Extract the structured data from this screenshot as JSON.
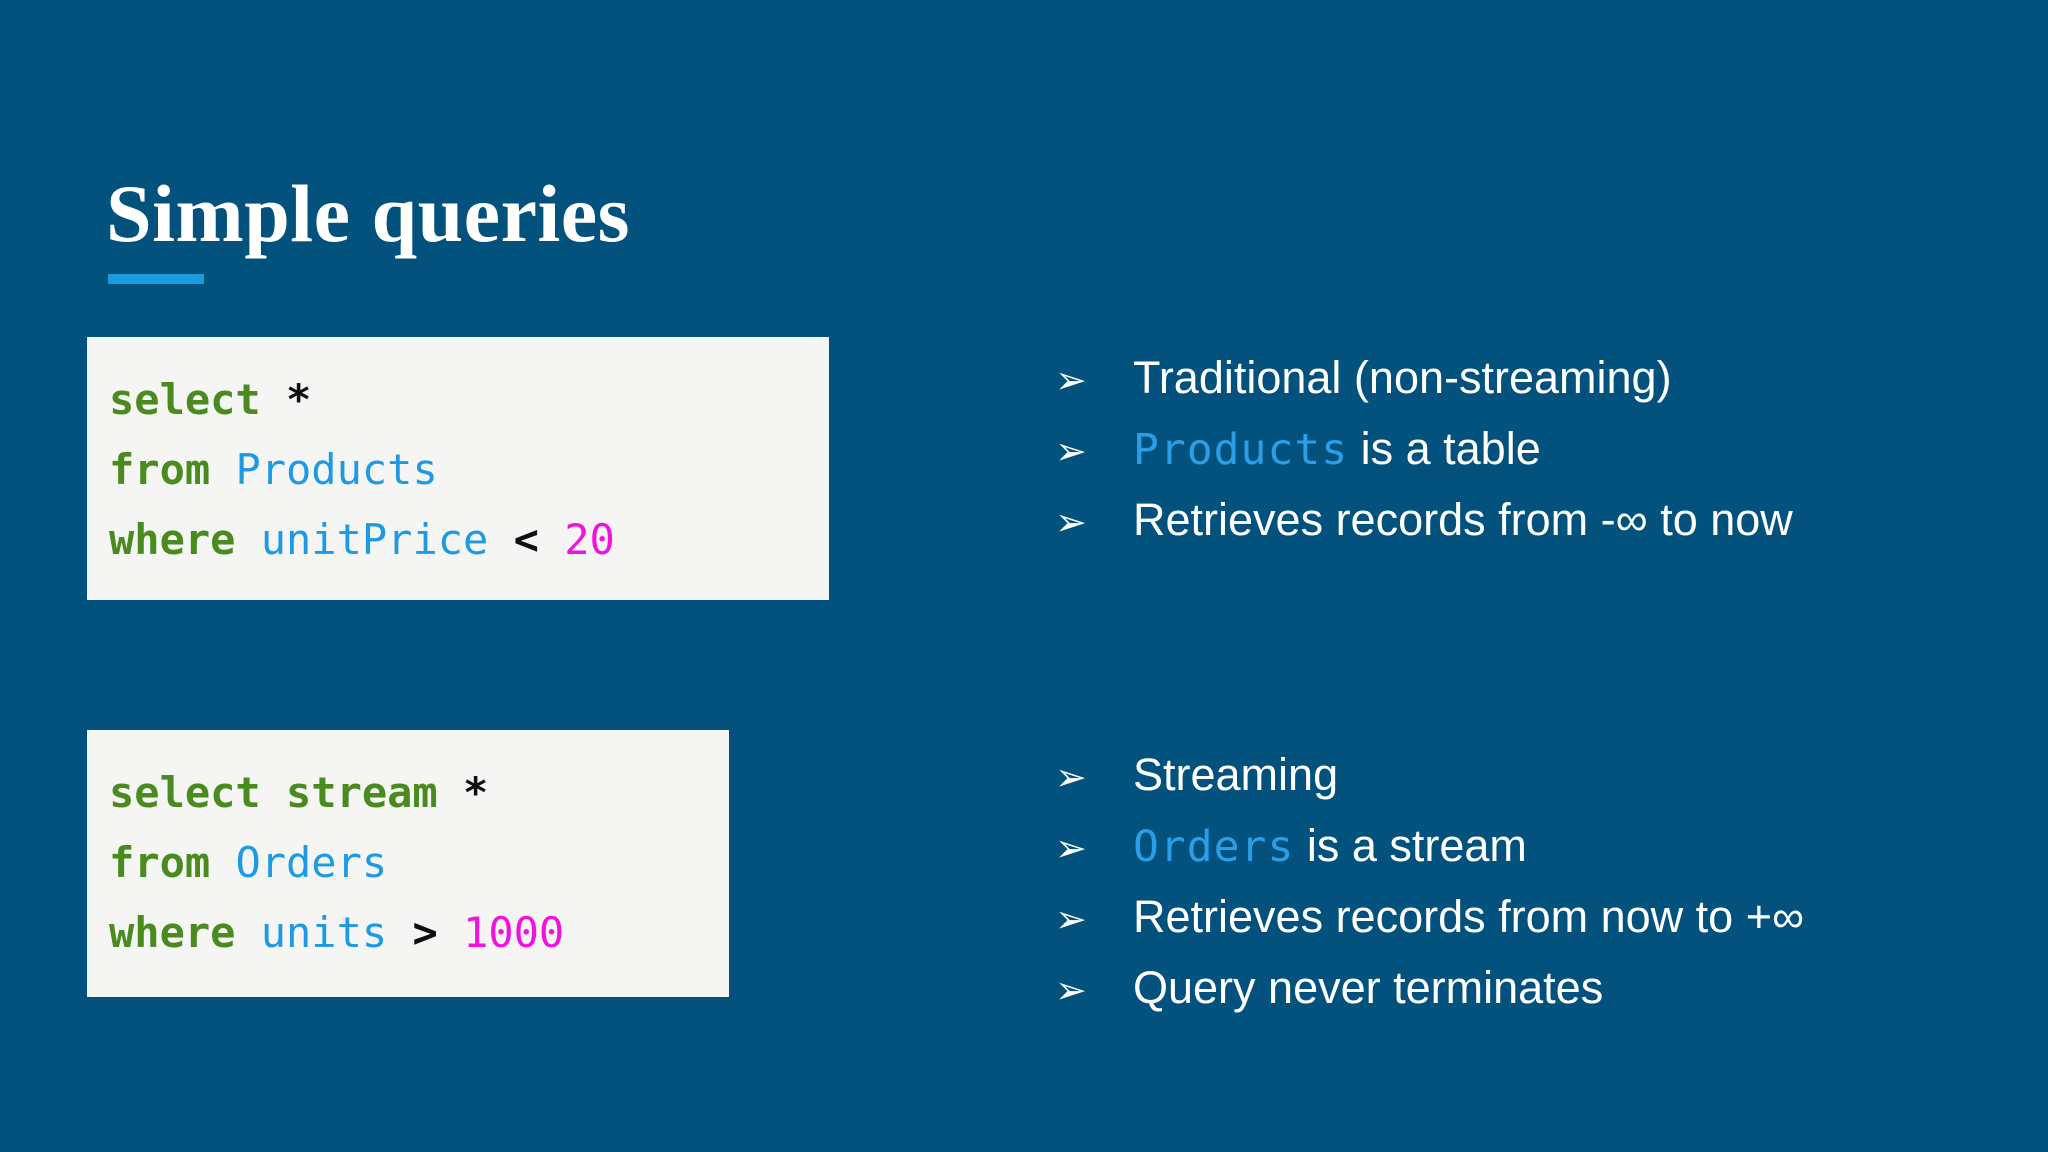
{
  "slide": {
    "title": "Simple queries",
    "background_color": "#03527d",
    "accent_color": "#1c9ae0",
    "code_background_color": "#f5f5f3"
  },
  "code_blocks": [
    {
      "name": "non-streaming-query",
      "lines": [
        {
          "tokens": [
            {
              "text": "select",
              "type": "keyword"
            },
            {
              "text": " ",
              "type": "plain"
            },
            {
              "text": "*",
              "type": "operator"
            }
          ]
        },
        {
          "tokens": [
            {
              "text": "from",
              "type": "keyword"
            },
            {
              "text": " ",
              "type": "plain"
            },
            {
              "text": "Products",
              "type": "identifier"
            }
          ]
        },
        {
          "tokens": [
            {
              "text": "where",
              "type": "keyword"
            },
            {
              "text": " ",
              "type": "plain"
            },
            {
              "text": "unitPrice",
              "type": "identifier"
            },
            {
              "text": " ",
              "type": "plain"
            },
            {
              "text": "<",
              "type": "operator"
            },
            {
              "text": " ",
              "type": "plain"
            },
            {
              "text": "20",
              "type": "number"
            }
          ]
        }
      ]
    },
    {
      "name": "streaming-query",
      "lines": [
        {
          "tokens": [
            {
              "text": "select stream",
              "type": "keyword"
            },
            {
              "text": " ",
              "type": "plain"
            },
            {
              "text": "*",
              "type": "operator"
            }
          ]
        },
        {
          "tokens": [
            {
              "text": "from",
              "type": "keyword"
            },
            {
              "text": " ",
              "type": "plain"
            },
            {
              "text": "Orders",
              "type": "identifier"
            }
          ]
        },
        {
          "tokens": [
            {
              "text": "where",
              "type": "keyword"
            },
            {
              "text": " ",
              "type": "plain"
            },
            {
              "text": "units",
              "type": "identifier"
            },
            {
              "text": " ",
              "type": "plain"
            },
            {
              "text": ">",
              "type": "operator"
            },
            {
              "text": " ",
              "type": "plain"
            },
            {
              "text": "1000",
              "type": "number"
            }
          ]
        }
      ]
    }
  ],
  "bullet_lists": [
    {
      "name": "non-streaming-notes",
      "marker_icon": "arrowhead-bullet-icon",
      "marker_glyph": "➢",
      "items": [
        {
          "parts": [
            {
              "text": "Traditional (non-streaming)",
              "style": "plain"
            }
          ]
        },
        {
          "parts": [
            {
              "text": "Products",
              "style": "mono"
            },
            {
              "text": " is a table",
              "style": "plain"
            }
          ]
        },
        {
          "parts": [
            {
              "text": "Retrieves records from -∞ to now",
              "style": "plain"
            }
          ]
        }
      ]
    },
    {
      "name": "streaming-notes",
      "marker_icon": "arrowhead-bullet-icon",
      "marker_glyph": "➢",
      "items": [
        {
          "parts": [
            {
              "text": "Streaming",
              "style": "plain"
            }
          ]
        },
        {
          "parts": [
            {
              "text": "Orders",
              "style": "mono"
            },
            {
              "text": " is a stream",
              "style": "plain"
            }
          ]
        },
        {
          "parts": [
            {
              "text": "Retrieves records from now to +∞",
              "style": "plain"
            }
          ]
        },
        {
          "parts": [
            {
              "text": "Query never terminates",
              "style": "plain"
            }
          ]
        }
      ]
    }
  ],
  "syntax_colors": {
    "keyword": "#4a8b20",
    "identifier": "#1e9ae5",
    "number": "#f112e0",
    "operator": "#101010"
  }
}
